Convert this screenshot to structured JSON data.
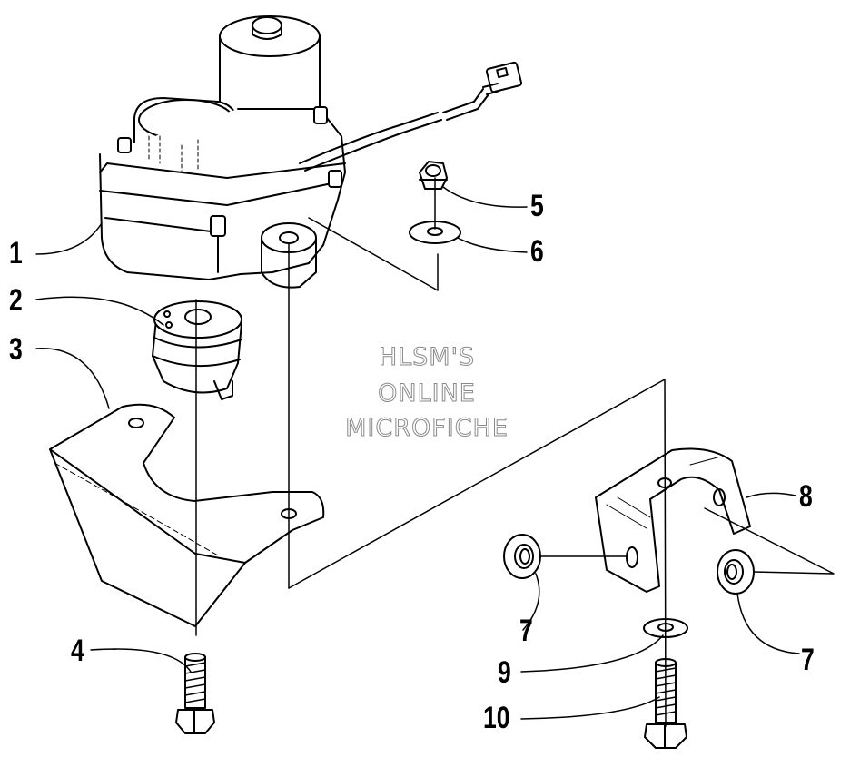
{
  "callouts": {
    "c1": "1",
    "c2": "2",
    "c3": "3",
    "c4": "4",
    "c5": "5",
    "c6": "6",
    "c7a": "7",
    "c7b": "7",
    "c8": "8",
    "c9": "9",
    "c10": "10"
  },
  "watermark": {
    "line1": "HLSM'S",
    "line2": "ONLINE",
    "line3": "MICROFICHE"
  },
  "colors": {
    "ink": "#000000",
    "paper": "#ffffff",
    "watermark_outline": "#8a8a8a"
  }
}
